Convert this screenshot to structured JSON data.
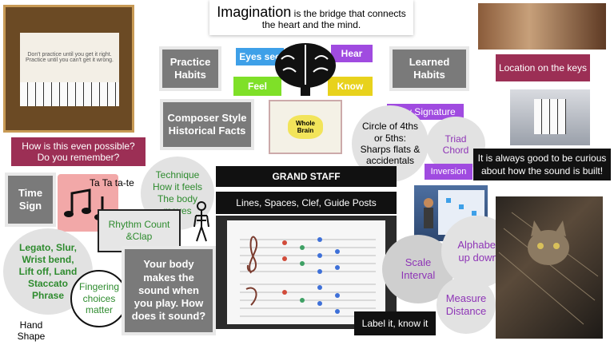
{
  "title": {
    "strong": "Imagination",
    "rest": " is the bridge that connects the heart and the mind."
  },
  "top_left_photo": {
    "sign_text": "Don't practice until you get it right. Practice until you can't get it wrong."
  },
  "question_banner": {
    "line1": "How is this even possible?",
    "line2": "Do you remember?"
  },
  "practice_habits": "Practice Habits",
  "learned_habits": "Learned Habits",
  "composer_style": "Composer Style Historical Facts",
  "brain_labels": {
    "eyes_see": "Eyes see",
    "hear": "Hear",
    "feel": "Feel",
    "know": "Know"
  },
  "whole_brain": "Whole Brain",
  "location_keys": "Location on the keys",
  "key_signature": "Key Signature",
  "circle_of": "Circle of 4ths or 5ths: Sharps flats & accidentals",
  "triad_chord": "Triad Chord",
  "inversion": "Inversion",
  "curious": "It is always good to be curious about how the sound is built!",
  "ta_ta": "Ta Ta ta-te",
  "time_sign": "Time Sign",
  "technique": "Technique How it feels The body moves",
  "grand_staff": "GRAND STAFF",
  "lines_spaces": "Lines,  Spaces, Clef, Guide Posts",
  "rhythm": "Rhythm Count &Clap",
  "legato": "Legato, Slur, Wrist bend, Lift  off, Land Staccato Phrase",
  "fingering": "Fingering choices matter",
  "body_makes": "Your body makes the sound when you play. How does it sound?",
  "hand_shape": "Hand Shape",
  "scale_interval": "Scale Interval",
  "alphabet": "Alphabet up down",
  "measure": "Measure Distance",
  "label_it": "Label it, know it",
  "colors": {
    "maroon": "#9c2f55",
    "gray": "#7a7a7a",
    "green": "#2e8b2e",
    "purple": "#8e35b6",
    "blue": "#3ea0e8",
    "violet": "#a04be0",
    "lime": "#7fe028",
    "yellow": "#e8d21c"
  }
}
